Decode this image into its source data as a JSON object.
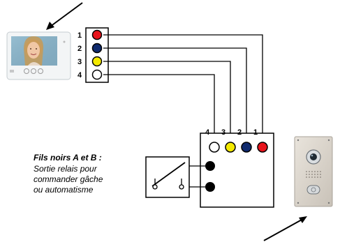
{
  "monitor_terminals": [
    {
      "label": "1",
      "color": "#e8141c"
    },
    {
      "label": "2",
      "color": "#0f2a6e"
    },
    {
      "label": "3",
      "color": "#f4ea00"
    },
    {
      "label": "4",
      "color": "#ffffff"
    }
  ],
  "plate_terminals": [
    {
      "label": "4",
      "color": "#ffffff"
    },
    {
      "label": "3",
      "color": "#f4ea00"
    },
    {
      "label": "2",
      "color": "#0f2a6e"
    },
    {
      "label": "1",
      "color": "#e8141c"
    }
  ],
  "relay_terminal_color": "#000000",
  "note": {
    "title": "Fils noirs A et B :",
    "lines": [
      "Sortie relais pour",
      "commander gâche",
      "ou automatisme"
    ]
  }
}
